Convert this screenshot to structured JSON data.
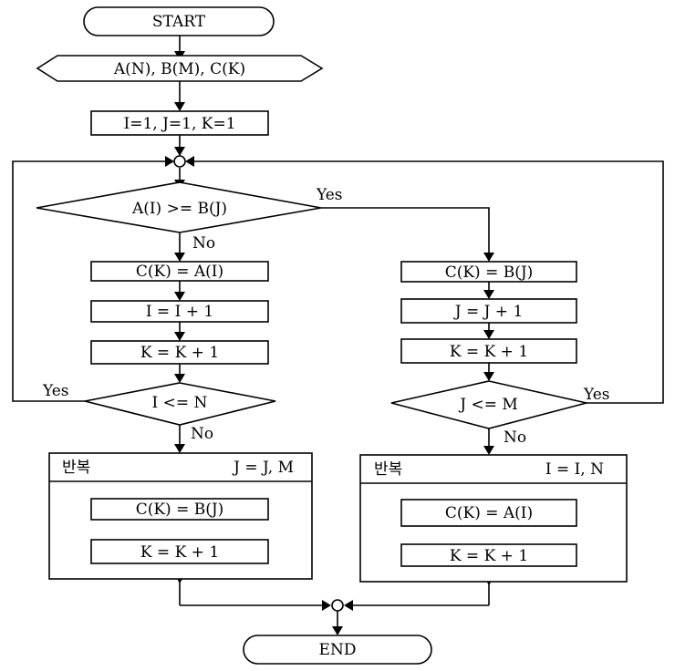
{
  "flowchart": {
    "start": "START",
    "input": "A(N), B(M), C(K)",
    "init": "I=1, J=1, K=1",
    "decision_main": "A(I) >= B(J)",
    "yes": "Yes",
    "no": "No",
    "left": {
      "step1": "C(K) = A(I)",
      "step2": "I = I + 1",
      "step3": "K = K + 1",
      "decision": "I <= N",
      "loop": {
        "title": "반복",
        "range": "J = J, M",
        "step1": "C(K) = B(J)",
        "step2": "K = K + 1"
      }
    },
    "right": {
      "step1": "C(K) = B(J)",
      "step2": "J = J + 1",
      "step3": "K = K + 1",
      "decision": "J <= M",
      "loop": {
        "title": "반복",
        "range": "I = I, N",
        "step1": "C(K) = A(I)",
        "step2": "K = K + 1"
      }
    },
    "end": "END"
  }
}
